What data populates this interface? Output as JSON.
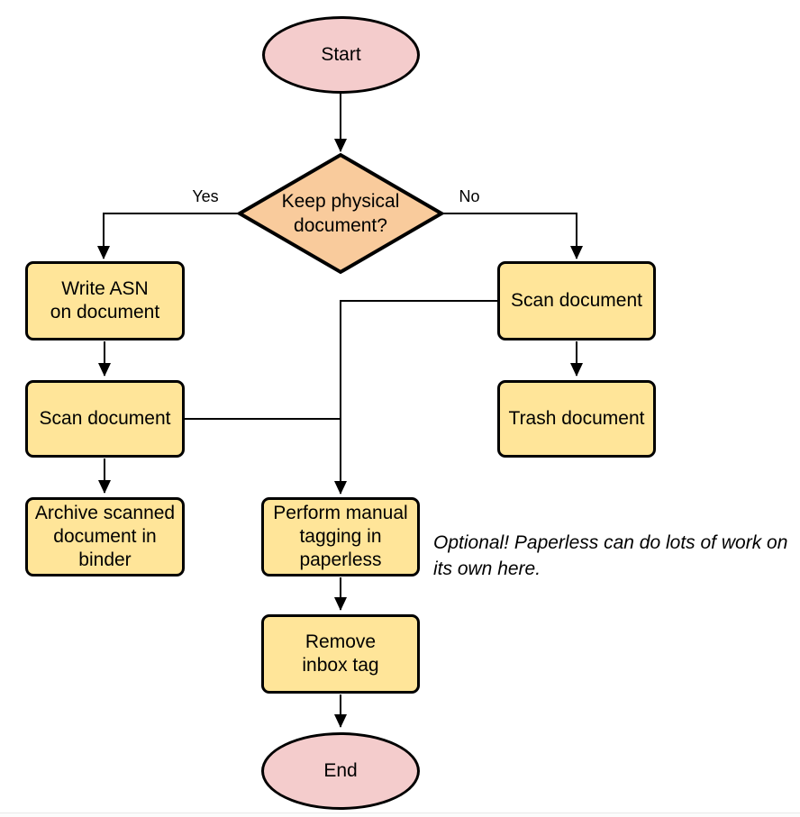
{
  "diagram": {
    "type": "flowchart",
    "colors": {
      "canvas_bg": "#ffffff",
      "terminal_fill": "#f4cccc",
      "decision_fill": "#f9cb9c",
      "process_fill": "#ffe599",
      "stroke": "#000000"
    },
    "nodes": {
      "start": {
        "shape": "ellipse",
        "label": "Start"
      },
      "decision": {
        "shape": "diamond",
        "label": "Keep physical\ndocument?"
      },
      "write_asn": {
        "shape": "rect",
        "label": "Write ASN\non document"
      },
      "scan_left": {
        "shape": "rect",
        "label": "Scan document"
      },
      "archive": {
        "shape": "rect",
        "label": "Archive scanned\ndocument in\nbinder"
      },
      "scan_right": {
        "shape": "rect",
        "label": "Scan document"
      },
      "trash": {
        "shape": "rect",
        "label": "Trash document"
      },
      "tagging": {
        "shape": "rect",
        "label": "Perform manual\ntagging in\npaperless"
      },
      "remove_inbox": {
        "shape": "rect",
        "label": "Remove\ninbox tag"
      },
      "end": {
        "shape": "ellipse",
        "label": "End"
      }
    },
    "edge_labels": {
      "yes": "Yes",
      "no": "No"
    },
    "edges": [
      {
        "from": "start",
        "to": "decision",
        "label": ""
      },
      {
        "from": "decision",
        "to": "write_asn",
        "label": "Yes"
      },
      {
        "from": "decision",
        "to": "scan_right",
        "label": "No"
      },
      {
        "from": "write_asn",
        "to": "scan_left",
        "label": ""
      },
      {
        "from": "scan_left",
        "to": "archive",
        "label": ""
      },
      {
        "from": "scan_left",
        "to": "tagging",
        "label": ""
      },
      {
        "from": "scan_right",
        "to": "trash",
        "label": ""
      },
      {
        "from": "scan_right",
        "to": "tagging",
        "label": ""
      },
      {
        "from": "tagging",
        "to": "remove_inbox",
        "label": ""
      },
      {
        "from": "remove_inbox",
        "to": "end",
        "label": ""
      }
    ],
    "note": {
      "text": "Optional! Paperless can do lots of work on\nits own here."
    }
  }
}
